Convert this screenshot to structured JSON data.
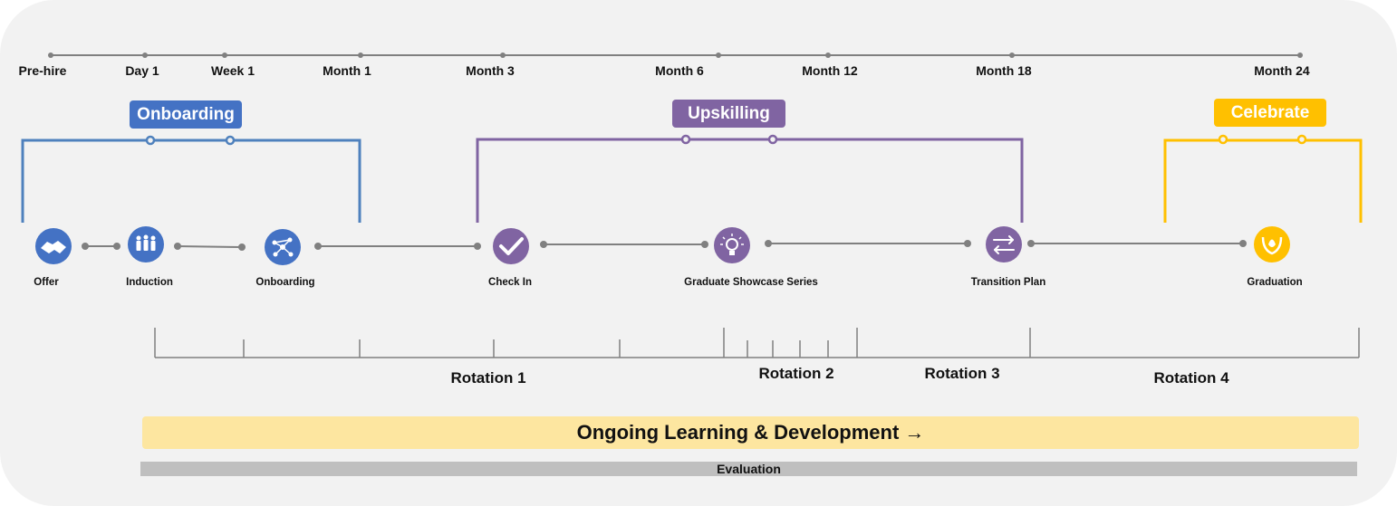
{
  "timeline": {
    "ticks": [
      "Pre-hire",
      "Day 1",
      "Week 1",
      "Month 1",
      "Month 3",
      "Month 6",
      "Month 12",
      "Month 18",
      "Month 24"
    ]
  },
  "phases": {
    "onboarding": {
      "label": "Onboarding",
      "color": "#4472c4"
    },
    "upskilling": {
      "label": "Upskilling",
      "color": "#8064a2"
    },
    "celebrate": {
      "label": "Celebrate",
      "color": "#ffc000"
    }
  },
  "milestones": [
    {
      "label": "Offer",
      "icon": "handshake-icon",
      "color": "#4472c4"
    },
    {
      "label": "Induction",
      "icon": "people-icon",
      "color": "#4472c4"
    },
    {
      "label": "Onboarding",
      "icon": "network-icon",
      "color": "#4472c4"
    },
    {
      "label": "Check In",
      "icon": "checkmark-icon",
      "color": "#8064a2"
    },
    {
      "label": "Graduate Showcase Series",
      "icon": "lightbulb-icon",
      "color": "#8064a2"
    },
    {
      "label": "Transition Plan",
      "icon": "swap-arrows-icon",
      "color": "#8064a2"
    },
    {
      "label": "Graduation",
      "icon": "laurel-icon",
      "color": "#ffc000"
    }
  ],
  "rotations": [
    "Rotation 1",
    "Rotation 2",
    "Rotation 3",
    "Rotation 4"
  ],
  "ongoing_bar": {
    "text": "Ongoing Learning & Development",
    "arrow": "→"
  },
  "evaluation_bar": {
    "text": "Evaluation"
  }
}
